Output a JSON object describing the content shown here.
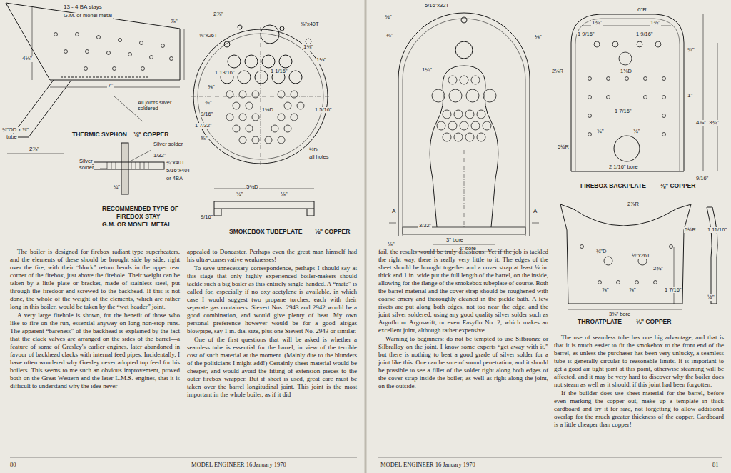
{
  "diagram": {
    "labels": [
      "13 - 4 BA stays",
      "G.M. or monel metal",
      "4⅛\"",
      "7\"",
      "⅞\"",
      "¾\"OD x ⅞\"",
      "tube",
      "2⅞\"",
      "All joints silver soldered",
      "THERMIC SYPHON",
      "⅛\" COPPER",
      "Silver solder",
      "Silver",
      "solder",
      "1/32\"",
      "¼\"x40T",
      "5/16\"x40T",
      "or 4BA",
      "¼\"",
      "RECOMMENDED TYPE OF",
      "FIREBOX STAY",
      "G.M. OR MONEL METAL",
      "2⅞\"",
      "⅜\"x40T",
      "⅝\"x26T",
      "1⅜\"",
      "1 13/16\"",
      "1 1/16\"",
      "1⅛\"",
      "⅝\"",
      "¾\"",
      "9/16\"",
      "1 7/32\"",
      "⅝\"",
      "1 5/16\"",
      "½D",
      "all holes",
      "1⅛D",
      "5¾D",
      "¼\"",
      "⅛\"",
      "9/16\"",
      "SMOKEBOX TUBEPLATE",
      "⅛\" COPPER",
      "5/16\"x32T",
      "¾\"",
      "⅜\"",
      "1¼\"",
      "A",
      "A",
      "3/32\"",
      "⅛\"",
      "3\" bore",
      "4\" bore",
      "⅛\"",
      "6\"R",
      "1¾\"",
      "1¾\"",
      "1 9/16\"",
      "1 9/16\"",
      "1⅛D",
      "¾\"",
      "2⅛R",
      "1 7/16\"",
      "5½R",
      "¾\"",
      "¾\"",
      "1\"",
      "4⅞\"",
      "3¾\"",
      "2 1/16\" bore",
      "9/16\"",
      "FIREBOX BACKPLATE",
      "⅛\" COPPER",
      "2⅞R",
      "5½R",
      "¾\"D",
      "½\"x26T",
      "2¾\"",
      "⅞\"",
      "⅞\"",
      "1 7/16\"",
      "1 11/16\"",
      "½\"",
      "3⅜\" bore",
      "THROATPLATE",
      "⅛\" COPPER",
      "The boiler is designed for firebox radiant-type superheaters, and the elements of these should be brought side by side, right over the fire, with their “block” return bends in the upper rear corner of the firebox, just above the firehole. Their weight can be taken by a little plate or bracket, made of stainless steel, put through the firedoor and screwed to the backhead. If this is not done, the whole of the weight of the elements, which are rather long in this boiler, would be taken by the “wet header” joint.",
      "A very large firehole is shown, for the benefit of those who like to fire on the run, essential anyway on long non-stop runs. The apparent “bareness” of the backhead is explained by the fact that the clack valves are arranged on the sides of the barrel—a feature of some of Gresley's earlier engines, later abandoned in favour of backhead clacks with internal feed pipes. Incidentally, I have often wondered why Gresley never adopted top feed for his boilers. This seems to me such an obvious improvement, proved both on the Great Western and the later L.M.S. engines, that it is difficult to understand why the idea never",
      "appealed to Doncaster. Perhaps even the great man himself had his ultra-conservative weaknesses!",
      "To save unnecessary correspondence, perhaps I should say at this stage that only highly experienced boiler-makers should tackle such a big boiler as this entirely single-handed. A “mate” is called for, especially if no oxy-acetylene is available, in which case I would suggest two propane torches, each with their separate gas containers. Sievert Nos. 2943 and 2942 would be a good combination, and would give plenty of heat. My own personal preference however would be for a good air/gas blowpipe, say 1 in. dia. size, plus one Sievert No. 2943 or similar.",
      "One of the first questions that will be asked is whether a seamless tube is essential for the barrel, in view of the terrible cost of such material at the moment. (Mainly due to the blunders of the politicians I might add!) Certainly sheet material would be cheaper, and would avoid the fitting of extension pieces to the outer firebox wrapper. But if sheet is used, great care must be taken over the barrel longitudinal joint. This joint is the most important in the whole boiler, as if it did",
      "fail, the results would be truly disastrous. Yet if the job is tackled the right way, there is really very little to it. The edges of the sheet should be brought together and a cover strap at least ⅛ in. thick and 1 in. wide put the full length of the barrel, on the inside, allowing for the flange of the smokebox tubeplate of course. Both the barrel material and the cover strap should be roughened with coarse emery and thoroughly cleaned in the pickle bath. A few rivets are put along both edges, not too near the edge, and the joint silver soldered, using any good quality silver solder such as Argoflo or Argoswift, or even Easyflo No. 2, which makes an excellent joint, although rather expensive.",
      "Warning to beginners: do not be tempted to use Sifbronze or Silbralloy on the joint. I know some experts “get away with it,” but there is nothing to beat a good grade of silver solder for a joint like this. One can be sure of sound penetration, and it should be possible to see a fillet of the solder right along both edges of the cover strap inside the boiler, as well as right along the joint, on the outside.",
      "The use of seamless tube has one big advantage, and that is that it is much easier to fit the smokebox to the front end of the barrel, as unless the purchaser has been very unlucky, a seamless tube is generally circular to reasonable limits. It is important to get a good air-tight joint at this point, otherwise steaming will be affected, and it may be very hard to discover why the boiler does not steam as well as it should, if this joint had been forgotten.",
      "If the builder does use sheet material for the barrel, before even marking the copper out, make up a template in thick cardboard and try it for size, not forgetting to allow additional overlap for the much greater thickness of the copper. Cardboard is a little cheaper than copper!",
      "80",
      "MODEL ENGINEER 16 January 1970",
      "MODEL ENGINEER 16 January 1970",
      "81"
    ]
  }
}
